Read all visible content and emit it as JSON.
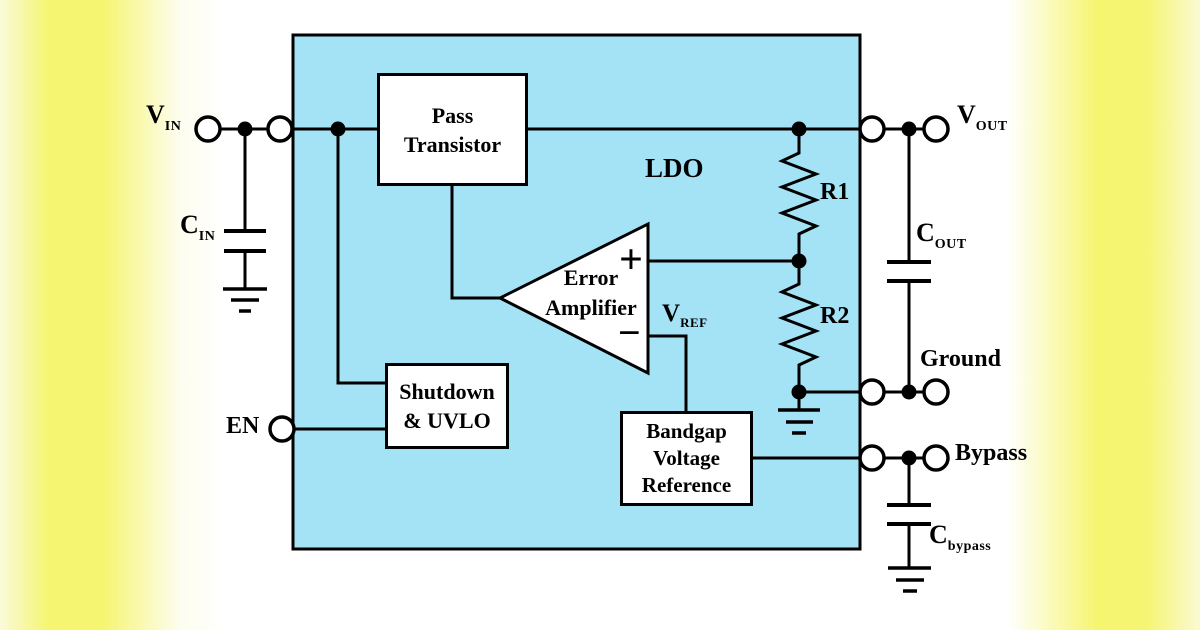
{
  "figure": {
    "chip_label": "LDO",
    "blocks": {
      "pass_transistor": {
        "lines": [
          "Pass",
          "Transistor"
        ]
      },
      "error_amplifier": {
        "lines": [
          "Error",
          "Amplifier"
        ],
        "plus_sign": "+",
        "minus_sign": "−"
      },
      "shutdown_uvlo": {
        "lines": [
          "Shutdown",
          "& UVLO"
        ]
      },
      "bandgap": {
        "lines": [
          "Bandgap",
          "Voltage",
          "Reference"
        ]
      }
    },
    "pins": {
      "vin": {
        "main": "V",
        "sub": "IN"
      },
      "en": {
        "main": "EN"
      },
      "vout": {
        "main": "V",
        "sub": "OUT"
      },
      "ground": {
        "main": "Ground"
      },
      "bypass": {
        "main": "Bypass"
      }
    },
    "components": {
      "cin": {
        "main": "C",
        "sub": "IN"
      },
      "cout": {
        "main": "C",
        "sub": "OUT"
      },
      "cbypass": {
        "main": "C",
        "sub": "bypass"
      },
      "r1": {
        "main": "R1"
      },
      "r2": {
        "main": "R2"
      },
      "vref": {
        "main": "V",
        "sub": "REF"
      }
    },
    "colors": {
      "chip_fill": "#a4e2f6",
      "block_fill": "#ffffff",
      "wire": "#000000",
      "edge_yellow": "#f5f570",
      "background_center": "#ffffff"
    }
  }
}
